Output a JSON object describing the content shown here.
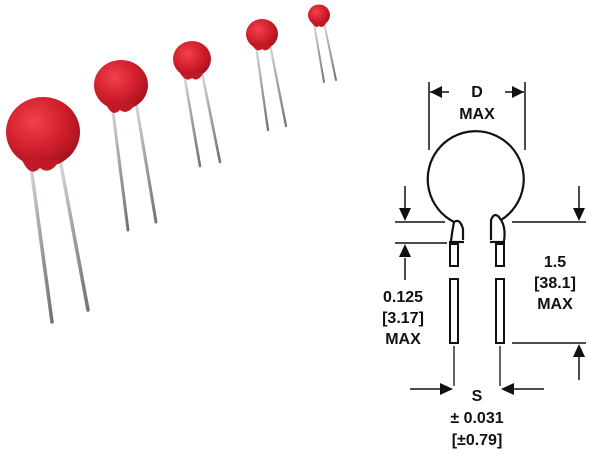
{
  "photo": {
    "components": [
      {
        "name": "varistor-1"
      },
      {
        "name": "varistor-2"
      },
      {
        "name": "varistor-3"
      },
      {
        "name": "varistor-4"
      },
      {
        "name": "varistor-5"
      }
    ],
    "body_color": "#d4202e",
    "lead_color": "#9aa0a4"
  },
  "drawing": {
    "diameter": {
      "symbol": "D",
      "qualifier": "MAX"
    },
    "lead_length": {
      "value": "1.5",
      "metric": "[38.1]",
      "qualifier": "MAX"
    },
    "coating_runout": {
      "value": "0.125",
      "metric": "[3.17]",
      "qualifier": "MAX"
    },
    "spacing": {
      "symbol": "S",
      "tolerance": "± 0.031",
      "metric": "[±0.79]"
    }
  }
}
